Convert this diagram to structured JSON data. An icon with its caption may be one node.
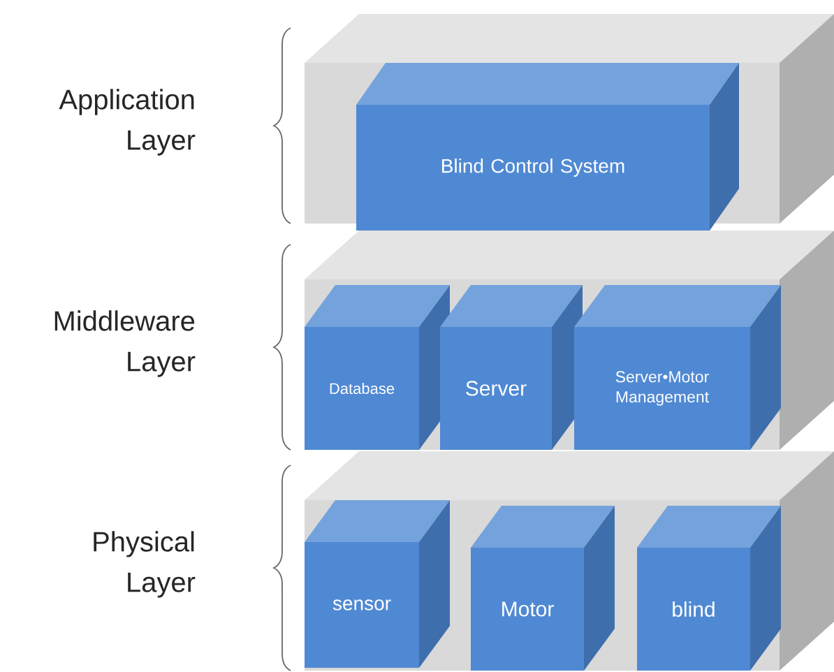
{
  "diagram": {
    "nodes": [
      {
        "text": [
          "Application Layer"
        ]
      },
      {
        "text": [
          "Blind Control System"
        ],
        "in": 0
      },
      {
        "text": [
          "Middleware Layer"
        ]
      },
      {
        "text": [
          "Database"
        ],
        "in": 2
      },
      {
        "text": [
          "Server"
        ],
        "in": 2
      },
      {
        "text": [
          "Server•Motor Management"
        ],
        "in": 2
      },
      {
        "text": [
          "Physical Layer"
        ]
      },
      {
        "text": [
          "sensor"
        ],
        "in": 6
      },
      {
        "text": [
          "Motor"
        ],
        "in": 6
      },
      {
        "text": [
          "blind"
        ],
        "in": 6
      }
    ]
  }
}
